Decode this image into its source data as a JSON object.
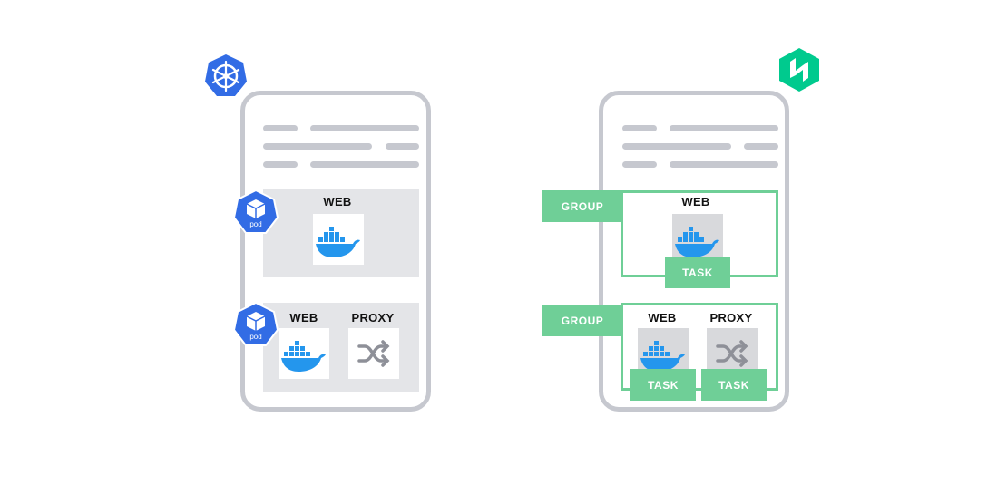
{
  "left": {
    "logo_icon": "kubernetes-helm-icon",
    "top_box": {
      "label": "WEB",
      "pod_label": "pod"
    },
    "bottom_box": {
      "label_web": "WEB",
      "label_proxy": "PROXY",
      "pod_label": "pod"
    }
  },
  "right": {
    "logo_icon": "nomad-logo-icon",
    "top_group": {
      "group_label": "GROUP",
      "label": "WEB",
      "task_label": "TASK"
    },
    "bottom_group": {
      "group_label": "GROUP",
      "label_web": "WEB",
      "label_proxy": "PROXY",
      "task_left": "TASK",
      "task_right": "TASK"
    }
  },
  "colors": {
    "frame": "#c6c8cf",
    "pane": "#e4e5e8",
    "green": "#6fcf97",
    "docker_blue": "#2496ed",
    "k8s_blue": "#326ce5",
    "nomad_green": "#00ca8e"
  }
}
